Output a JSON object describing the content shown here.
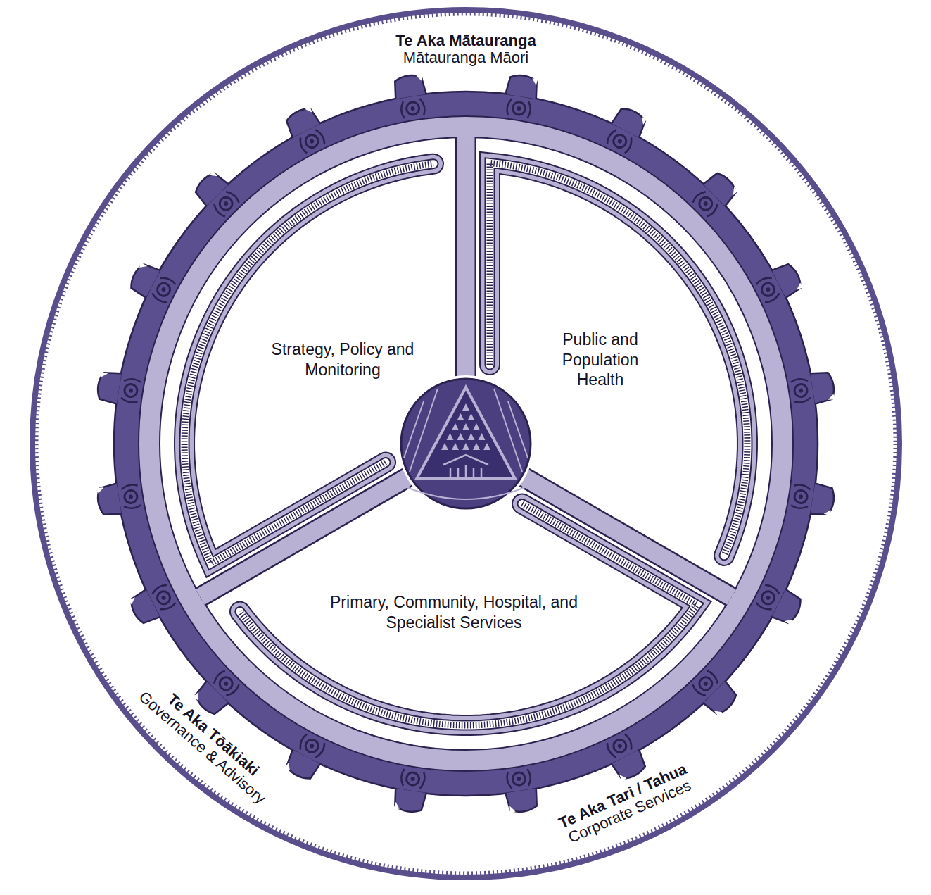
{
  "diagram": {
    "nodes": [
      {
        "text": [
          "Strategy, Policy and Monitoring"
        ]
      },
      {
        "text": [
          "Public and Population Health"
        ]
      },
      {
        "text": [
          "Primary, Community, Hospital, and Specialist Services"
        ]
      }
    ],
    "labels": [
      "Te Aka Mātauranga",
      "Mātauranga Māori",
      "Te Aka Tōākiaki",
      "Governance & Advisory",
      "Te Aka Tari / Tahua",
      "Corporate Services"
    ]
  }
}
